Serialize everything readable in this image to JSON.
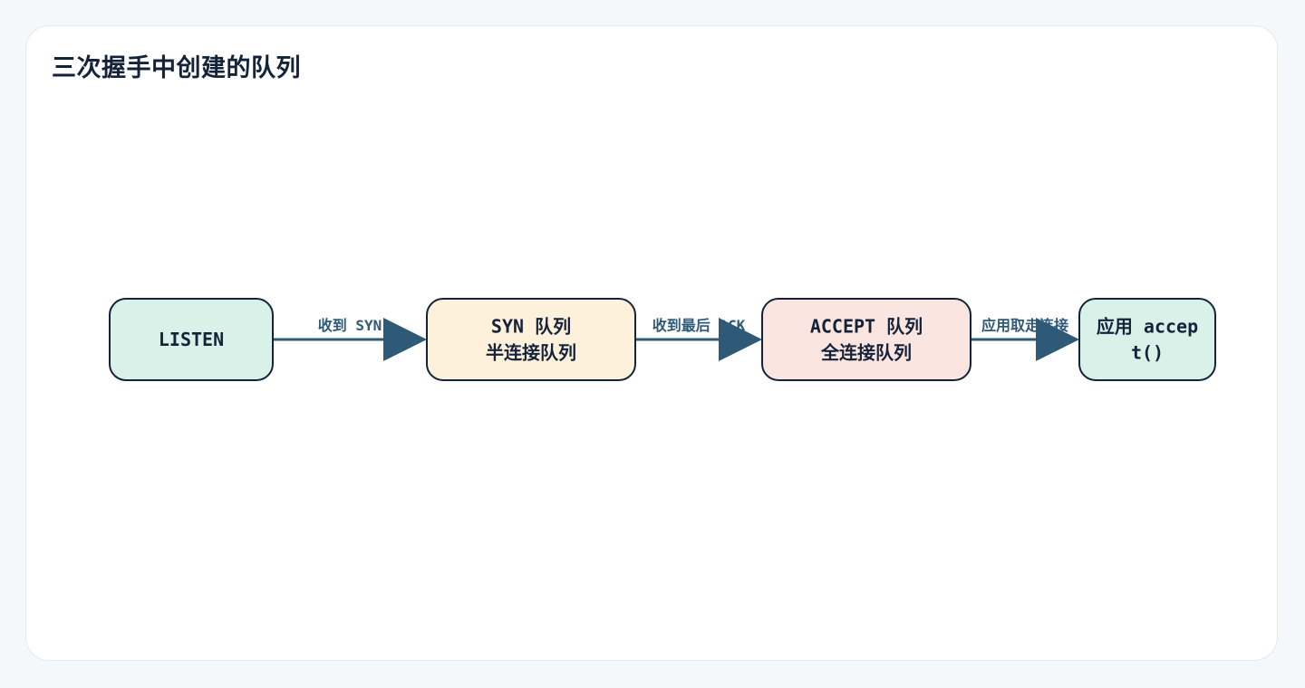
{
  "title": "三次握手中创建的队列",
  "nodes": [
    {
      "id": "listen",
      "lines": [
        "LISTEN"
      ],
      "fill": "#d8f2ea"
    },
    {
      "id": "syn",
      "lines": [
        "SYN 队列",
        "半连接队列"
      ],
      "fill": "#fdf1dc"
    },
    {
      "id": "accept",
      "lines": [
        "ACCEPT 队列",
        "全连接队列"
      ],
      "fill": "#fbe5e0"
    },
    {
      "id": "app",
      "lines": [
        "应用 accep",
        "t()"
      ],
      "fill": "#d8f2ea"
    }
  ],
  "edges": [
    {
      "from": "listen",
      "to": "syn",
      "label": "收到 SYN"
    },
    {
      "from": "syn",
      "to": "accept",
      "label": "收到最后 ACK"
    },
    {
      "from": "accept",
      "to": "app",
      "label": "应用取走连接"
    }
  ],
  "colors": {
    "node_stroke": "#15233a",
    "edge": "#2e5a78",
    "text": "#15233a"
  }
}
